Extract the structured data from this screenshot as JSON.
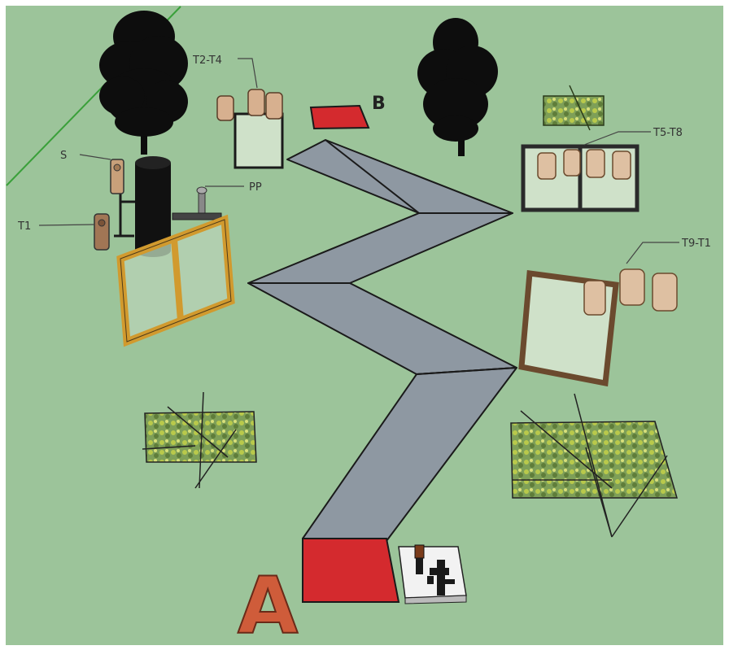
{
  "labels": {
    "t2_t4": "T2-T4",
    "b": "B",
    "t5_t8": "T5-T8",
    "s": "S",
    "pp": "PP",
    "t1": "T1",
    "t9_t1": "T9-T1",
    "a": "A"
  },
  "colors": {
    "ground": "#9cc49a",
    "path": "#8e98a2",
    "start_box": "#d42a2e",
    "b_box": "#d42a2e",
    "letter_a": "#cf5c3a",
    "wood_frame": "#d19a2e",
    "dark_frame": "#6b4a2e"
  }
}
